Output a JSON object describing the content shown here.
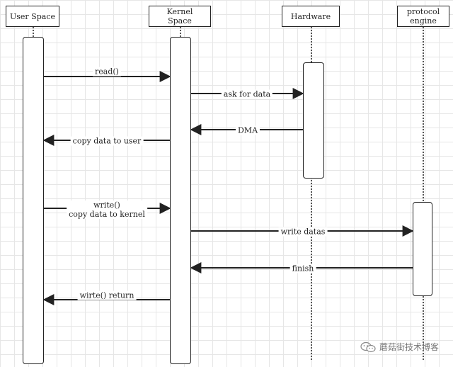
{
  "participants": [
    {
      "id": "user",
      "label": "User Space"
    },
    {
      "id": "kernel",
      "label": "Kernel\nSpace"
    },
    {
      "id": "hardware",
      "label": "Hardware"
    },
    {
      "id": "protocol",
      "label": "protocol\nengine"
    }
  ],
  "messages": [
    {
      "id": "read",
      "from": "user",
      "to": "kernel",
      "label": "read()"
    },
    {
      "id": "ask-for-data",
      "from": "kernel",
      "to": "hardware",
      "label": "ask for data"
    },
    {
      "id": "dma",
      "from": "hardware",
      "to": "kernel",
      "label": "DMA"
    },
    {
      "id": "copy-data-to-user",
      "from": "kernel",
      "to": "user",
      "label": "copy data to user"
    },
    {
      "id": "write-copy",
      "from": "user",
      "to": "kernel",
      "label": "write()\ncopy data to kernel"
    },
    {
      "id": "write-datas",
      "from": "kernel",
      "to": "protocol",
      "label": "write datas"
    },
    {
      "id": "finish",
      "from": "protocol",
      "to": "kernel",
      "label": "finish"
    },
    {
      "id": "wirte-return",
      "from": "kernel",
      "to": "user",
      "label": "wirte() return"
    }
  ],
  "watermark": {
    "text": "蘑菇街技术博客",
    "icon": "wechat-icon"
  }
}
